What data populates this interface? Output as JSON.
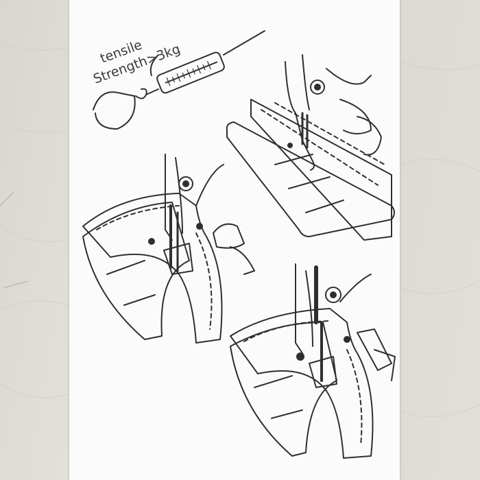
{
  "scene": {
    "background": "light wood table surface",
    "card_color": "#fbfbfc",
    "ink_color": "#2f2f2f"
  },
  "card": {
    "label_line_1": "tensile",
    "label_line_2": "Strength>3kg"
  },
  "illustrations": [
    "spring-scale-icon",
    "sewing-foot-flat-icon",
    "sewing-foot-curved-icon",
    "sewing-foot-curved-icon"
  ]
}
